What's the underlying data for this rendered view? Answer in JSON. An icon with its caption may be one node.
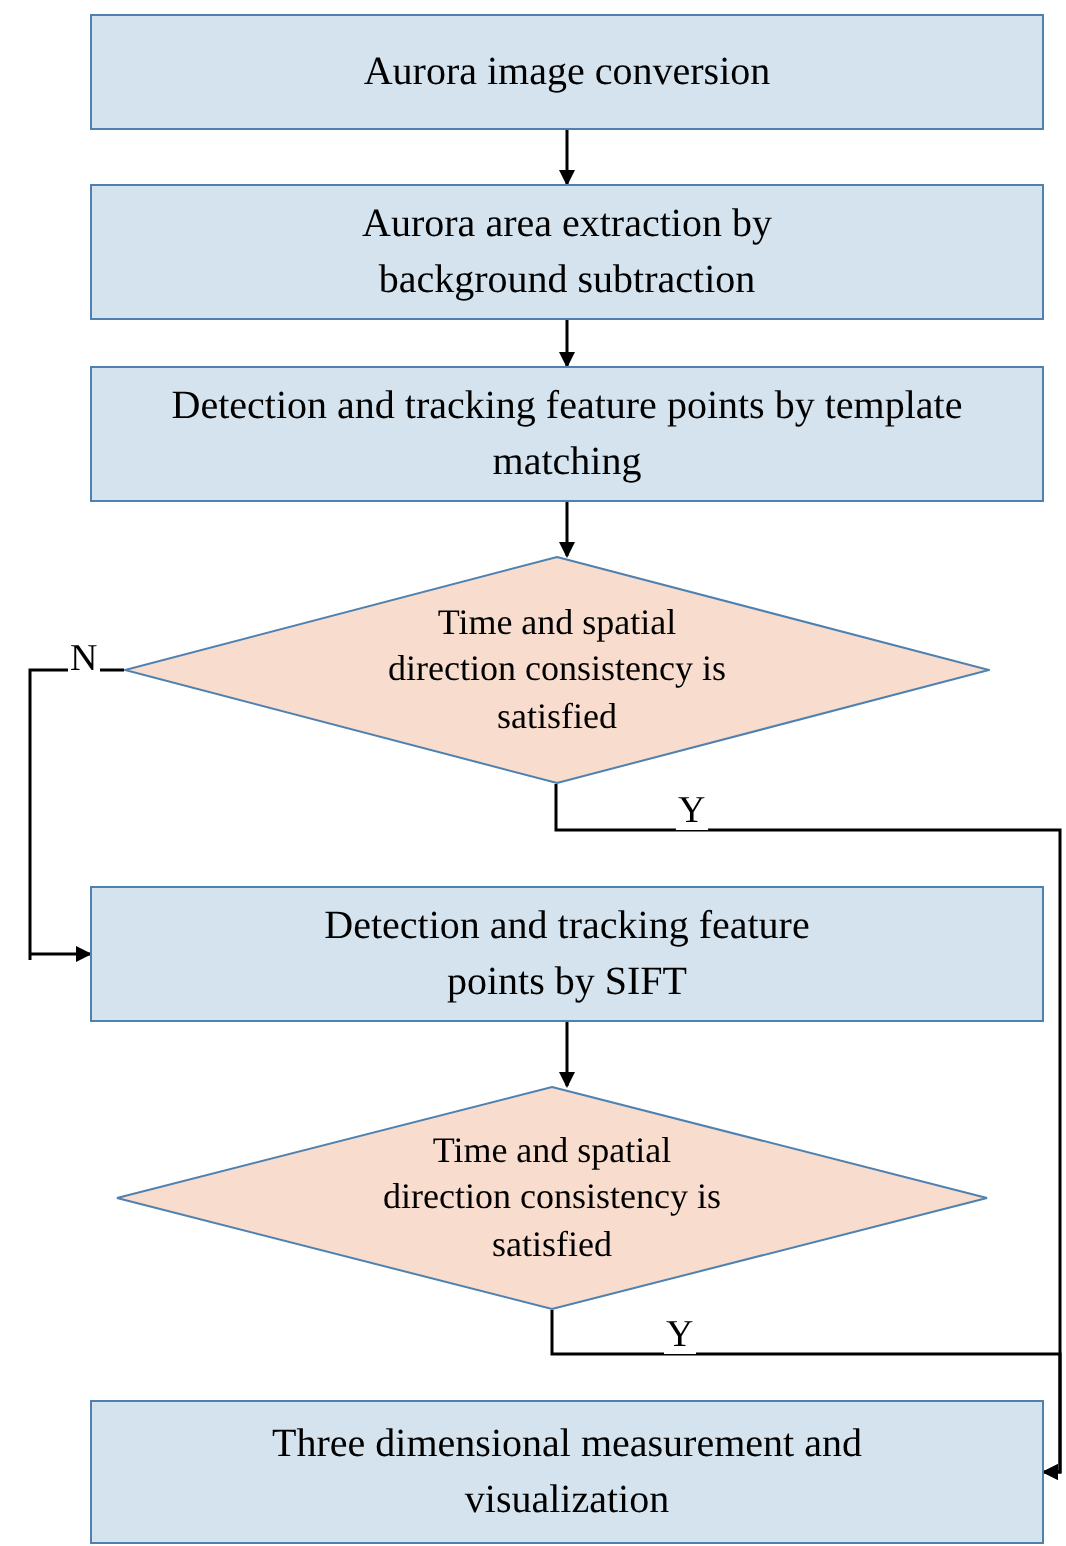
{
  "diagram": {
    "nodes": [
      {
        "text": [
          "Aurora image conversion"
        ]
      },
      {
        "text": [
          "Aurora area extraction by background subtraction"
        ]
      },
      {
        "text": [
          "Detection and tracking feature points by template matching"
        ]
      },
      {
        "text": [
          "Time and spatial direction consistency is satisfied"
        ]
      },
      {
        "text": [
          "Detection and tracking feature points by SIFT"
        ]
      },
      {
        "text": [
          "Time and spatial direction consistency is satisfied"
        ]
      },
      {
        "text": [
          "Three dimensional measurement and visualization"
        ]
      }
    ],
    "edges": [
      {
        "from": 0,
        "to": 1,
        "arrow": "to"
      },
      {
        "from": 1,
        "to": 2,
        "arrow": "to"
      },
      {
        "from": 2,
        "to": 3,
        "arrow": "to"
      },
      {
        "from": 3,
        "to": 4,
        "arrow": "to",
        "label": "N"
      },
      {
        "from": 3,
        "to": 6,
        "arrow": "to",
        "label": "Y"
      },
      {
        "from": 4,
        "to": 5,
        "arrow": "to"
      },
      {
        "from": 5,
        "to": 6,
        "arrow": "to",
        "label": "Y"
      }
    ]
  }
}
